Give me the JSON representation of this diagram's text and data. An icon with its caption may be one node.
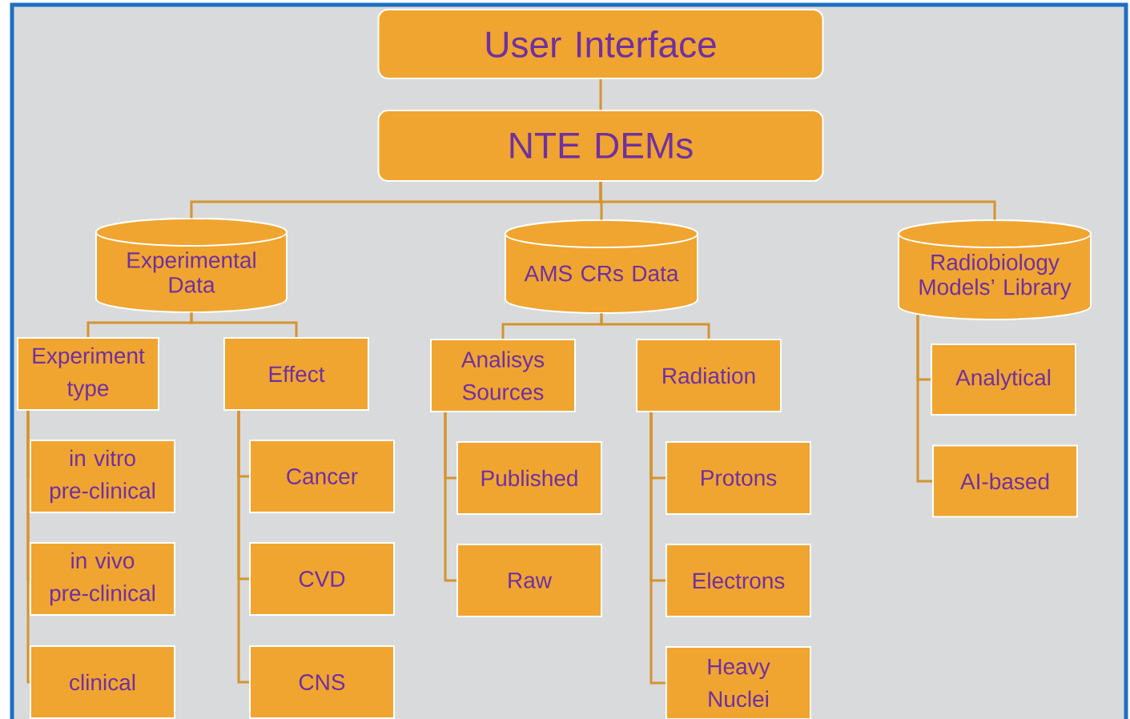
{
  "diagram": {
    "nodes": [
      {
        "text": [
          "User Interface"
        ]
      },
      {
        "text": [
          "NTE DEMs"
        ]
      },
      {
        "text": [
          "Experimental Data"
        ]
      },
      {
        "text": [
          "AMS CRs Data"
        ]
      },
      {
        "text": [
          "Radiobiology Models’ Library"
        ]
      },
      {
        "text": [
          "Experiment type"
        ]
      },
      {
        "text": [
          "Effect"
        ]
      },
      {
        "text": [
          "Analisys Sources"
        ]
      },
      {
        "text": [
          "Radiation"
        ]
      },
      {
        "text": [
          "Analytical"
        ]
      },
      {
        "text": [
          "AI-based"
        ]
      },
      {
        "text": [
          "in vitro pre-clinical"
        ]
      },
      {
        "text": [
          "in vivo pre-clinical"
        ]
      },
      {
        "text": [
          "clinical"
        ]
      },
      {
        "text": [
          "Cancer"
        ]
      },
      {
        "text": [
          "CVD"
        ]
      },
      {
        "text": [
          "CNS"
        ]
      },
      {
        "text": [
          "Published"
        ]
      },
      {
        "text": [
          "Raw"
        ]
      },
      {
        "text": [
          "Protons"
        ]
      },
      {
        "text": [
          "Electrons"
        ]
      },
      {
        "text": [
          "Heavy Nuclei"
        ]
      }
    ],
    "edges": [
      {
        "from": 0,
        "to": 1,
        "arrow": "none"
      },
      {
        "from": 1,
        "to": 2,
        "arrow": "none"
      },
      {
        "from": 1,
        "to": 3,
        "arrow": "none"
      },
      {
        "from": 1,
        "to": 4,
        "arrow": "none"
      },
      {
        "from": 2,
        "to": 5,
        "arrow": "none"
      },
      {
        "from": 2,
        "to": 6,
        "arrow": "none"
      },
      {
        "from": 3,
        "to": 7,
        "arrow": "none"
      },
      {
        "from": 3,
        "to": 8,
        "arrow": "none"
      },
      {
        "from": 4,
        "to": 9,
        "arrow": "none"
      },
      {
        "from": 4,
        "to": 10,
        "arrow": "none"
      },
      {
        "from": 5,
        "to": 11,
        "arrow": "none"
      },
      {
        "from": 5,
        "to": 12,
        "arrow": "none"
      },
      {
        "from": 5,
        "to": 13,
        "arrow": "none"
      },
      {
        "from": 6,
        "to": 14,
        "arrow": "none"
      },
      {
        "from": 6,
        "to": 15,
        "arrow": "none"
      },
      {
        "from": 6,
        "to": 16,
        "arrow": "none"
      },
      {
        "from": 7,
        "to": 17,
        "arrow": "none"
      },
      {
        "from": 7,
        "to": 18,
        "arrow": "none"
      },
      {
        "from": 8,
        "to": 19,
        "arrow": "none"
      },
      {
        "from": 8,
        "to": 20,
        "arrow": "none"
      },
      {
        "from": 8,
        "to": 21,
        "arrow": "none"
      }
    ]
  }
}
